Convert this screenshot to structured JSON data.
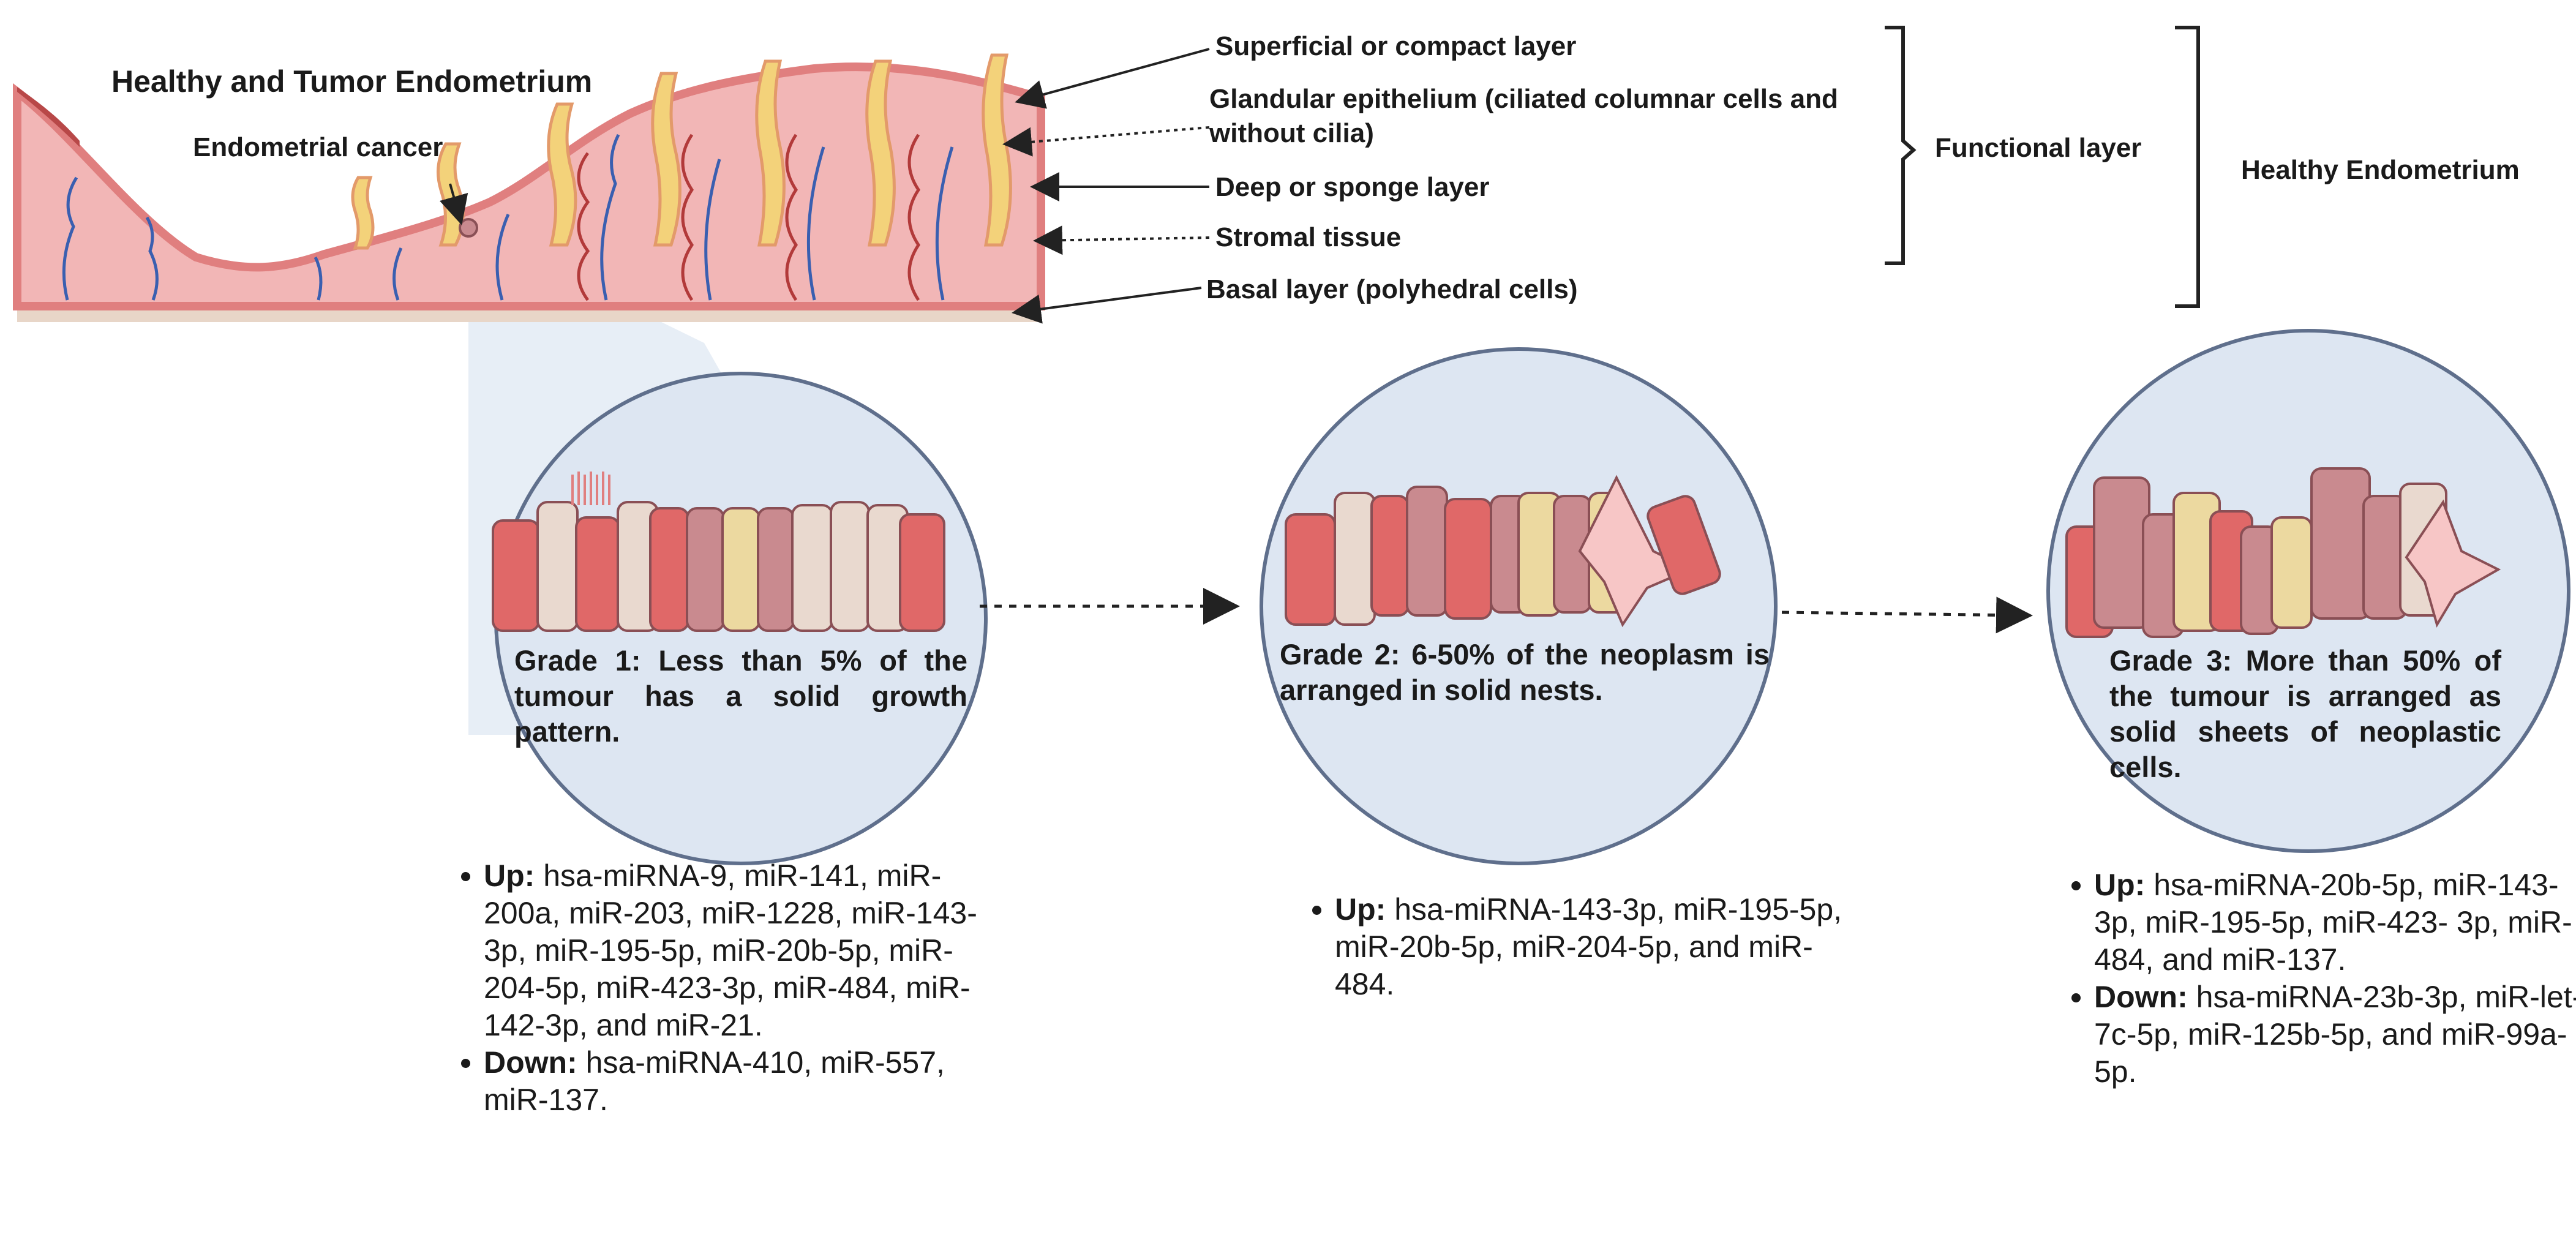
{
  "title": "Healthy and Tumor Endometrium",
  "cancer_label": "Endometrial cancer",
  "layers": {
    "superficial": "Superficial or compact layer",
    "glandular": "Glandular epithelium (ciliated columnar cells and without cilia)",
    "deep": "Deep or sponge layer",
    "stromal": "Stromal tissue",
    "basal": "Basal layer (polyhedral cells)"
  },
  "brackets": {
    "functional": "Functional layer",
    "healthy": "Healthy Endometrium"
  },
  "grades": [
    {
      "text": "Grade 1: Less than 5% of the tumour has a solid growth pattern.",
      "up_label": "Up:",
      "up_text": "hsa-miRNA-9, miR-141, miR-200a, miR-203, miR-1228, miR-143-3p, miR-195-5p, miR-20b-5p, miR-204-5p, miR-423-3p, miR-484, miR-142-3p, and miR-21.",
      "down_label": "Down:",
      "down_text": "hsa-miRNA-410, miR-557, miR-137."
    },
    {
      "text": "Grade 2: 6-50% of the neoplasm is arranged in solid nests.",
      "up_label": "Up:",
      "up_text": "hsa-miRNA-143-3p, miR-195-5p, miR-20b-5p, miR-204-5p, and miR-484."
    },
    {
      "text": "Grade 3: More than 50% of the tumour is arranged as solid sheets of neoplastic cells.",
      "up_label": "Up:",
      "up_text": "hsa-miRNA-20b-5p, miR-143-3p, miR-195-5p, miR-423- 3p, miR-484, and miR-137.",
      "down_label": "Down:",
      "down_text": "hsa-miRNA-23b-3p, miR-let-7c-5p, miR-125b-5p,  and miR-99a-5p."
    }
  ],
  "colors": {
    "tissue": "#f2b6b6",
    "tissue_edge": "#e07f7f",
    "gland": "#f3d27a",
    "vessel_blue": "#3a5fb0",
    "vessel_red": "#b23a3a",
    "circle_fill": "#dde6f2",
    "circle_stroke": "#5f6f8c",
    "zoom_cone": "#e3ebf5",
    "cell_red": "#e06868",
    "cell_beige": "#e9d9cf",
    "cell_mauve": "#c98a8f",
    "cell_yellow": "#ecd9a0"
  }
}
